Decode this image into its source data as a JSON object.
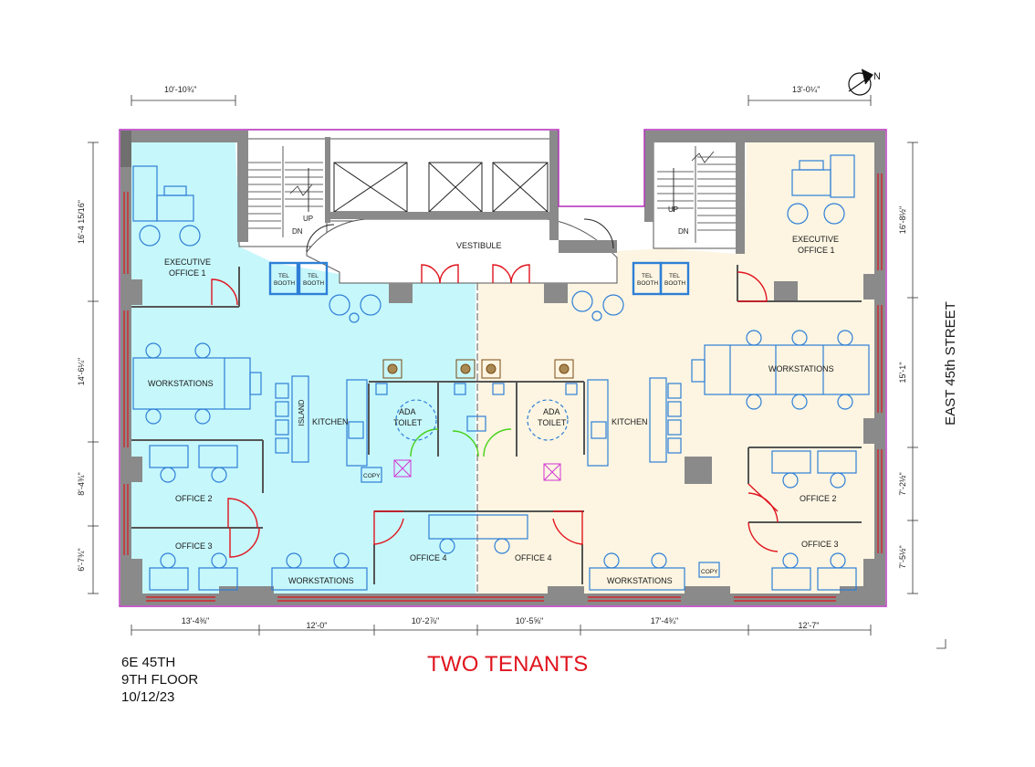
{
  "north_label": "N",
  "street_label": "EAST 45th STREET",
  "project": {
    "address": "6E 45TH",
    "floor": "9TH FLOOR",
    "date": "10/12/23"
  },
  "plan_title": "TWO TENANTS",
  "colors": {
    "tenant_west": "#c6f7fb",
    "tenant_east": "#fdf5e2",
    "wall": "#8a8a8a",
    "outline": "#b22ab8",
    "furniture": "#2e7fd6",
    "door": "#e0141e",
    "title": "#e0141e"
  },
  "dimensions": {
    "top_left": "10'-10¾\"",
    "top_right": "13'-0¼\"",
    "left_1": "16'-4 15/16\"",
    "left_2": "14'-6¼\"",
    "left_3": "8'-4¾\"",
    "left_4": "6'-7¾\"",
    "right_1": "16'-8½\"",
    "right_2": "15'-1\"",
    "right_3": "7'-2½\"",
    "right_4": "7'-5½\"",
    "bottom_1": "13'-4⅜\"",
    "bottom_2": "12'-0\"",
    "bottom_3": "10'-2⅞\"",
    "bottom_4": "10'-5⅝\"",
    "bottom_5": "17'-4¾\"",
    "bottom_6": "12'-7\""
  },
  "rooms": {
    "vestibule": "VESTIBULE",
    "stair_up": "UP",
    "stair_dn": "DN",
    "tel_booth_line1": "TEL",
    "tel_booth_line2": "BOOTH",
    "west": {
      "exec_line1": "EXECUTIVE",
      "exec_line2": "OFFICE 1",
      "workstations_main": "WORKSTATIONS",
      "island": "ISLAND",
      "kitchen": "KITCHEN",
      "toilet_line1": "ADA",
      "toilet_line2": "TOILET",
      "copy": "COPY",
      "office2": "OFFICE 2",
      "office3": "OFFICE 3",
      "office4": "OFFICE 4",
      "workstations_bottom": "WORKSTATIONS"
    },
    "east": {
      "exec_line1": "EXECUTIVE",
      "exec_line2": "OFFICE 1",
      "workstations_main": "WORKSTATIONS",
      "kitchen": "KITCHEN",
      "toilet_line1": "ADA",
      "toilet_line2": "TOILET",
      "copy": "COPY",
      "office2": "OFFICE 2",
      "office3": "OFFICE 3",
      "office4": "OFFICE 4",
      "workstations_bottom": "WORKSTATIONS"
    }
  }
}
